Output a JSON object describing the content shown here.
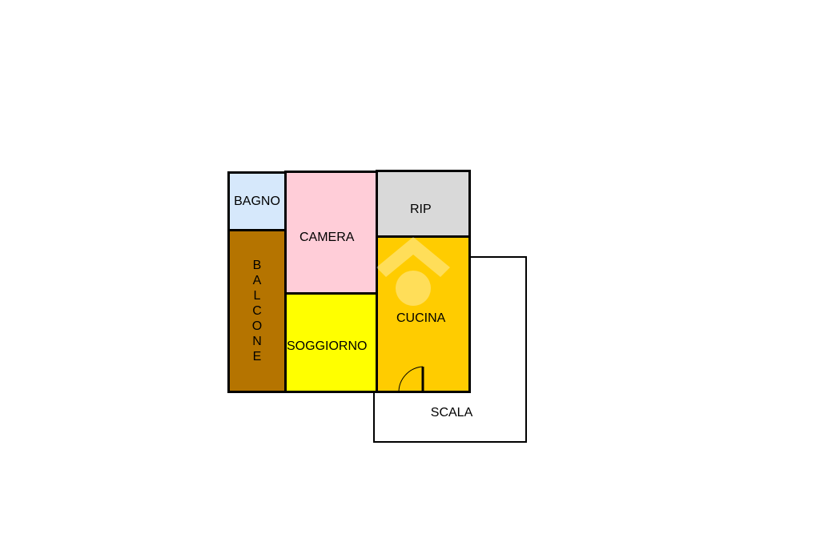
{
  "rooms": {
    "bagno": {
      "label": "BAGNO",
      "color": "#d6e8fb"
    },
    "camera": {
      "label": "CAMERA",
      "color": "#ffcdd8"
    },
    "rip": {
      "label": "RIP",
      "color": "#d9d9d9"
    },
    "balcone": {
      "label": "BALCONE",
      "color": "#b57400"
    },
    "soggiorno": {
      "label": "SOGGIORNO",
      "color": "#ffff00"
    },
    "cucina": {
      "label": "CUCINA",
      "color": "#ffcc00"
    },
    "scala": {
      "label": "SCALA",
      "color": "#ffffff"
    }
  },
  "icons": {
    "watermark": "house-watermark-icon",
    "door": "door-swing-icon"
  }
}
